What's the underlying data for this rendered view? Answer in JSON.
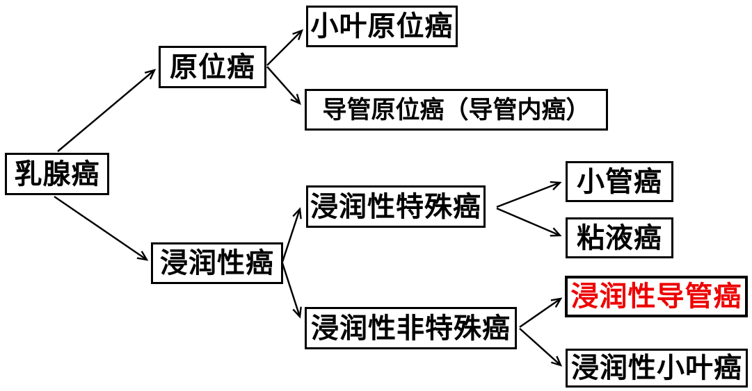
{
  "diagram": {
    "type": "flowchart",
    "direction": "left-to-right",
    "colors": {
      "background": "#ffffff",
      "box_border": "#000000",
      "text_default": "#000000",
      "highlight_text": "#ee0000",
      "arrow": "#000000"
    },
    "nodes": {
      "root": {
        "label": "乳腺癌"
      },
      "in_situ": {
        "label": "原位癌"
      },
      "lobular_in_situ": {
        "label": "小叶原位癌"
      },
      "ductal_in_situ": {
        "label": "导管原位癌（导管内癌）"
      },
      "invasive": {
        "label": "浸润性癌"
      },
      "invasive_special": {
        "label": "浸润性特殊癌"
      },
      "tubular": {
        "label": "小管癌"
      },
      "mucinous": {
        "label": "粘液癌"
      },
      "invasive_non_special": {
        "label": "浸润性非特殊癌"
      },
      "invasive_ductal": {
        "label": "浸润性导管癌",
        "highlighted": true
      },
      "invasive_lobular": {
        "label": "浸润性小叶癌"
      }
    },
    "edges": [
      {
        "from": "root",
        "to": "in_situ"
      },
      {
        "from": "root",
        "to": "invasive"
      },
      {
        "from": "in_situ",
        "to": "lobular_in_situ"
      },
      {
        "from": "in_situ",
        "to": "ductal_in_situ"
      },
      {
        "from": "invasive",
        "to": "invasive_special"
      },
      {
        "from": "invasive",
        "to": "invasive_non_special"
      },
      {
        "from": "invasive_special",
        "to": "tubular"
      },
      {
        "from": "invasive_special",
        "to": "mucinous"
      },
      {
        "from": "invasive_non_special",
        "to": "invasive_ductal"
      },
      {
        "from": "invasive_non_special",
        "to": "invasive_lobular"
      }
    ]
  }
}
